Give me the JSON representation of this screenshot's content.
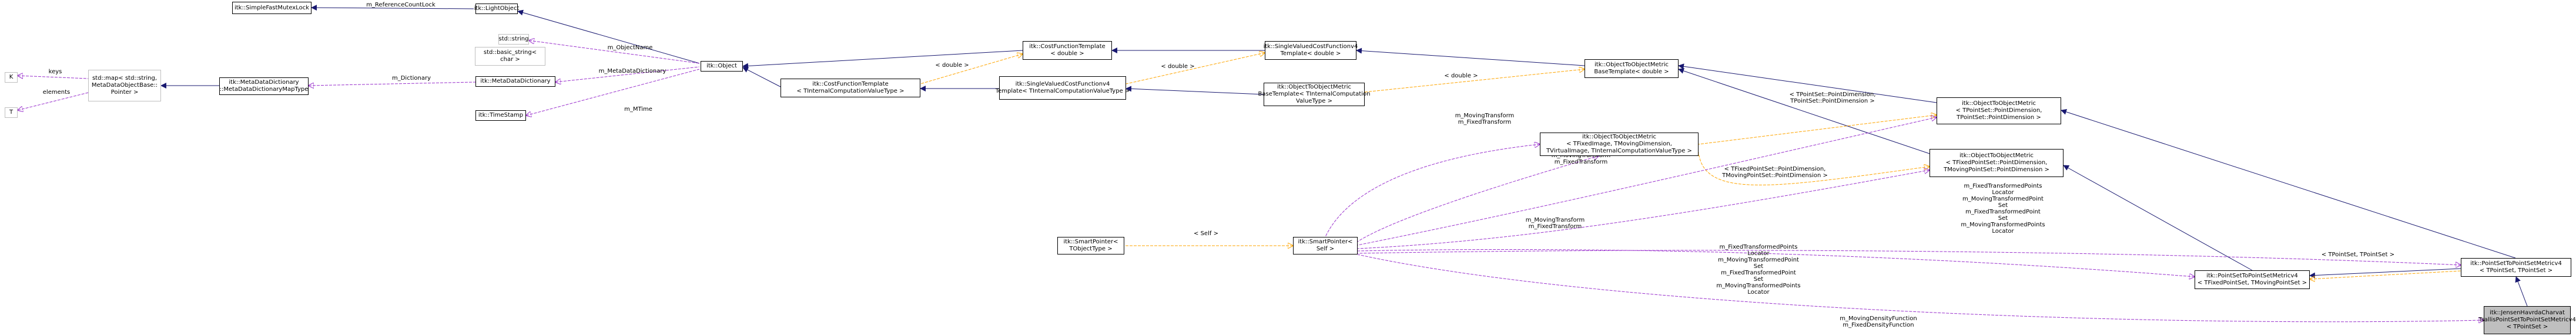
{
  "diagram": {
    "nodes": [
      {
        "id": "simple_fast_mutex_lock",
        "lines": [
          "itk::SimpleFastMutexLock"
        ]
      },
      {
        "id": "light_object",
        "lines": [
          "itk::LightObject"
        ]
      },
      {
        "id": "std_string",
        "lines": [
          "std::string"
        ]
      },
      {
        "id": "std_basic_string",
        "lines": [
          "std::basic_string<",
          "char >"
        ]
      },
      {
        "id": "object",
        "lines": [
          "itk::Object"
        ]
      },
      {
        "id": "k",
        "lines": [
          "K"
        ]
      },
      {
        "id": "t",
        "lines": [
          "T"
        ]
      },
      {
        "id": "std_map",
        "lines": [
          "std::map< std::string,",
          "MetaDataObjectBase::",
          "Pointer >"
        ]
      },
      {
        "id": "meta_data_dictionary_map_type",
        "lines": [
          "itk::MetaDataDictionary",
          "::MetaDataDictionaryMapType"
        ]
      },
      {
        "id": "meta_data_dictionary",
        "lines": [
          "itk::MetaDataDictionary"
        ]
      },
      {
        "id": "time_stamp",
        "lines": [
          "itk::TimeStamp"
        ]
      },
      {
        "id": "cost_function_template_double",
        "lines": [
          "itk::CostFunctionTemplate",
          "< double >"
        ]
      },
      {
        "id": "cost_function_template_tinternal",
        "lines": [
          "itk::CostFunctionTemplate",
          "< TInternalComputationValueType >"
        ]
      },
      {
        "id": "single_valued_cost_function_v4_double",
        "lines": [
          "itk::SingleValuedCostFunctionv4",
          "Template< double >"
        ]
      },
      {
        "id": "single_valued_cost_function_v4_tinternal",
        "lines": [
          "itk::SingleValuedCostFunctionv4",
          "Template< TInternalComputationValueType >"
        ]
      },
      {
        "id": "object_to_object_metric_base_tinternal",
        "lines": [
          "itk::ObjectToObjectMetric",
          "BaseTemplate< TInternalComputation",
          "ValueType >"
        ]
      },
      {
        "id": "object_to_object_metric_base_double",
        "lines": [
          "itk::ObjectToObjectMetric",
          "BaseTemplate< double >"
        ]
      },
      {
        "id": "object_to_object_metric_tfixed_image",
        "lines": [
          "itk::ObjectToObjectMetric",
          "< TFixedImage, TMovingDimension,",
          "TVirtualImage, TInternalComputationValueType >"
        ]
      },
      {
        "id": "object_to_object_metric_tpointset",
        "lines": [
          "itk::ObjectToObjectMetric",
          "< TPointSet::PointDimension,",
          "TPointSet::PointDimension >"
        ]
      },
      {
        "id": "object_to_object_metric_tfixedpointset",
        "lines": [
          "itk::ObjectToObjectMetric",
          "< TFixedPointSet::PointDimension,",
          "TMovingPointSet::PointDimension >"
        ]
      },
      {
        "id": "smart_pointer_tobjecttype",
        "lines": [
          "itk::SmartPointer<",
          "TObjectType >"
        ]
      },
      {
        "id": "smart_pointer_self",
        "lines": [
          "itk::SmartPointer<",
          "Self >"
        ]
      },
      {
        "id": "point_set_to_point_set_metricv4_fixed_moving",
        "lines": [
          "itk::PointSetToPointSetMetricv4",
          "< TFixedPointSet, TMovingPointSet >"
        ]
      },
      {
        "id": "point_set_to_point_set_metricv4_tpointset",
        "lines": [
          "itk::PointSetToPointSetMetricv4",
          "< TPointSet, TPointSet >"
        ]
      },
      {
        "id": "jensen_havrda_charvat_tsallis",
        "lines": [
          "itk::JensenHavrdaCharvat",
          "TsallisPointSetToPointSetMetricv4",
          "< TPointSet >"
        ]
      }
    ],
    "edge_labels": [
      {
        "id": "m_reference_count_lock",
        "lines": [
          "m_ReferenceCountLock"
        ]
      },
      {
        "id": "m_object_name",
        "lines": [
          "m_ObjectName"
        ]
      },
      {
        "id": "keys",
        "lines": [
          "keys"
        ]
      },
      {
        "id": "elements",
        "lines": [
          "elements"
        ]
      },
      {
        "id": "m_dictionary",
        "lines": [
          "m_Dictionary"
        ]
      },
      {
        "id": "m_meta_data_dictionary",
        "lines": [
          "m_MetaDataDictionary"
        ]
      },
      {
        "id": "m_mtime",
        "lines": [
          "m_MTime"
        ]
      },
      {
        "id": "double_1",
        "lines": [
          "< double >"
        ]
      },
      {
        "id": "double_2",
        "lines": [
          "< double >"
        ]
      },
      {
        "id": "double_3",
        "lines": [
          "< double >"
        ]
      },
      {
        "id": "m_moving_fixed_transform_1",
        "lines": [
          "m_MovingTransform",
          "m_FixedTransform"
        ]
      },
      {
        "id": "m_moving_fixed_transform_2",
        "lines": [
          "m_MovingTransform",
          "m_FixedTransform"
        ]
      },
      {
        "id": "m_moving_fixed_transform_3",
        "lines": [
          "m_MovingTransform",
          "m_FixedTransform"
        ]
      },
      {
        "id": "tpointset_dimension",
        "lines": [
          "< TPointSet::PointDimension,",
          "TPointSet::PointDimension >"
        ]
      },
      {
        "id": "tfixed_tmoving_dimension",
        "lines": [
          "< TFixedPointSet::PointDimension,",
          "TMovingPointSet::PointDimension >"
        ]
      },
      {
        "id": "self",
        "lines": [
          "< Self >"
        ]
      },
      {
        "id": "locators_1",
        "lines": [
          "m_FixedTransformedPoints",
          "Locator",
          "m_MovingTransformedPoint",
          "Set",
          "m_FixedTransformedPoint",
          "Set",
          "m_MovingTransformedPoints",
          "Locator"
        ]
      },
      {
        "id": "locators_2",
        "lines": [
          "m_FixedTransformedPoints",
          "Locator",
          "m_MovingTransformedPoint",
          "Set",
          "m_FixedTransformedPoint",
          "Set",
          "m_MovingTransformedPoints",
          "Locator"
        ]
      },
      {
        "id": "tpointset_tpointset",
        "lines": [
          "< TPointSet, TPointSet >"
        ]
      },
      {
        "id": "density_functions",
        "lines": [
          "m_MovingDensityFunction",
          "m_FixedDensityFunction"
        ]
      }
    ]
  },
  "colors": {
    "inheritance": "#191970",
    "usage": "#9a32cd",
    "template": "#ffa500",
    "node_border": "#000000",
    "node_border_dim": "#bfbfbf",
    "selected_fill": "#bfbfbf"
  }
}
